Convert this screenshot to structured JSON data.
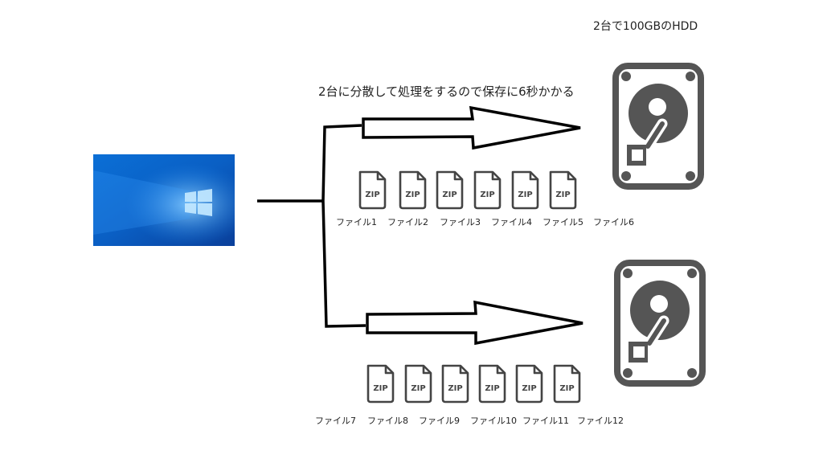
{
  "texts": {
    "hdd_title": "2台で100GBのHDD",
    "caption": "2台に分散して処理をするので保存に6秒かかる"
  },
  "icons": {
    "computer": "windows-desktop-icon",
    "drive": "hard-disk-drive-icon",
    "file": "zip-file-icon",
    "file_text": "ZIP"
  },
  "groups": [
    {
      "files": [
        "ファイル1",
        "ファイル2",
        "ファイル3",
        "ファイル4",
        "ファイル5",
        "ファイル6"
      ]
    },
    {
      "files": [
        "ファイル7",
        "ファイル8",
        "ファイル9",
        "ファイル10",
        "ファイル11",
        "ファイル12"
      ]
    }
  ],
  "colors": {
    "line": "#000000",
    "hdd": "#555555",
    "file_icon": "#444444",
    "windows_blue": "#0a64c8"
  }
}
